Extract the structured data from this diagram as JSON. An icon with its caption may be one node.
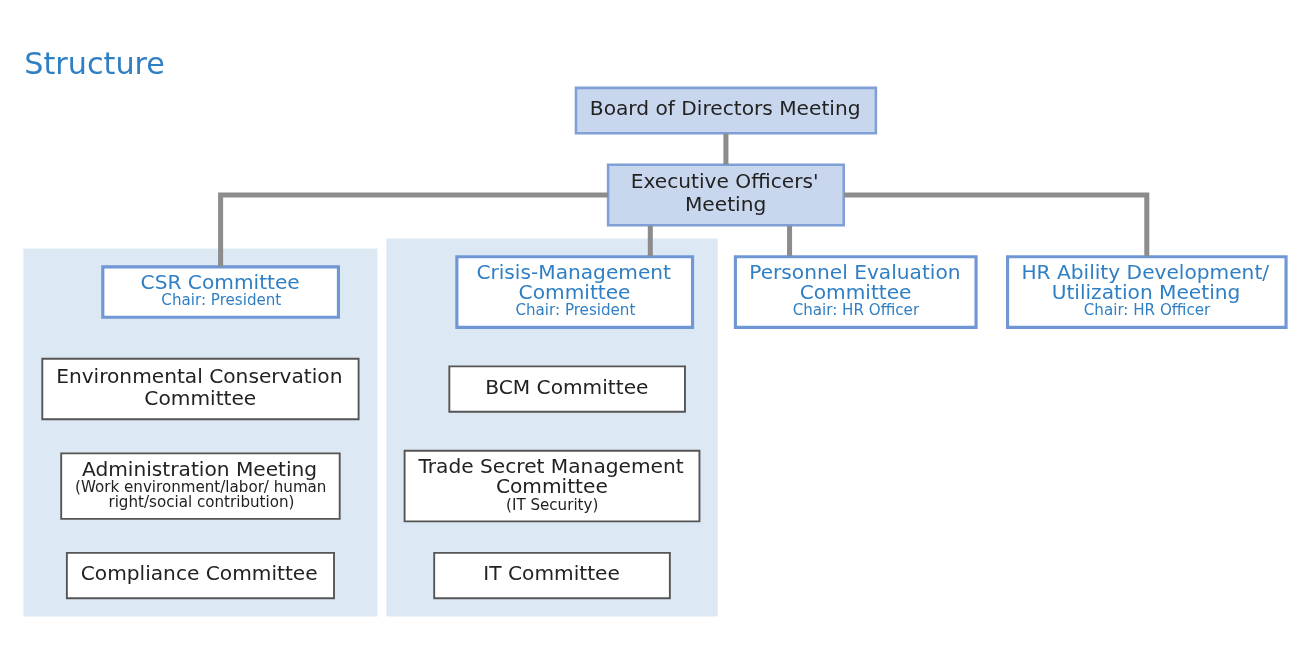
{
  "diagram": {
    "title": "Structure",
    "nodes": [
      {
        "text": [
          "Board of Directors Meeting"
        ]
      },
      {
        "text": [
          "Executive Officers' Meeting"
        ]
      },
      {
        "text": [],
        "shape": "band"
      },
      {
        "text": [
          "CSR Committee",
          "Chair: President"
        ],
        "in": 2
      },
      {
        "text": [
          "Environmental Conservation Committee"
        ],
        "in": 2
      },
      {
        "text": [
          "Administration Meeting",
          "(Work environment/labor/ human right/social contribution)"
        ],
        "in": 2
      },
      {
        "text": [
          "Compliance Committee"
        ],
        "in": 2
      },
      {
        "text": [],
        "shape": "band"
      },
      {
        "text": [
          "Crisis-Management Committee",
          "Chair: President"
        ],
        "in": 7
      },
      {
        "text": [
          "BCM Committee"
        ],
        "in": 7
      },
      {
        "text": [
          "Trade Secret Management Committee",
          "(IT Security)"
        ],
        "in": 7
      },
      {
        "text": [
          "IT Committee"
        ],
        "in": 7
      },
      {
        "text": [
          "Personnel Evaluation Committee",
          "Chair: HR Officer"
        ]
      },
      {
        "text": [
          "HR Ability Development/ Utilization Meeting",
          "Chair: HR Officer"
        ]
      }
    ],
    "edges": [
      {
        "from": 0,
        "to": 1,
        "arrow": "none"
      },
      {
        "from": 1,
        "to": 3,
        "arrow": "none"
      },
      {
        "from": 1,
        "to": 8,
        "arrow": "none"
      },
      {
        "from": 1,
        "to": 12,
        "arrow": "none"
      },
      {
        "from": 1,
        "to": 13,
        "arrow": "none"
      }
    ]
  }
}
